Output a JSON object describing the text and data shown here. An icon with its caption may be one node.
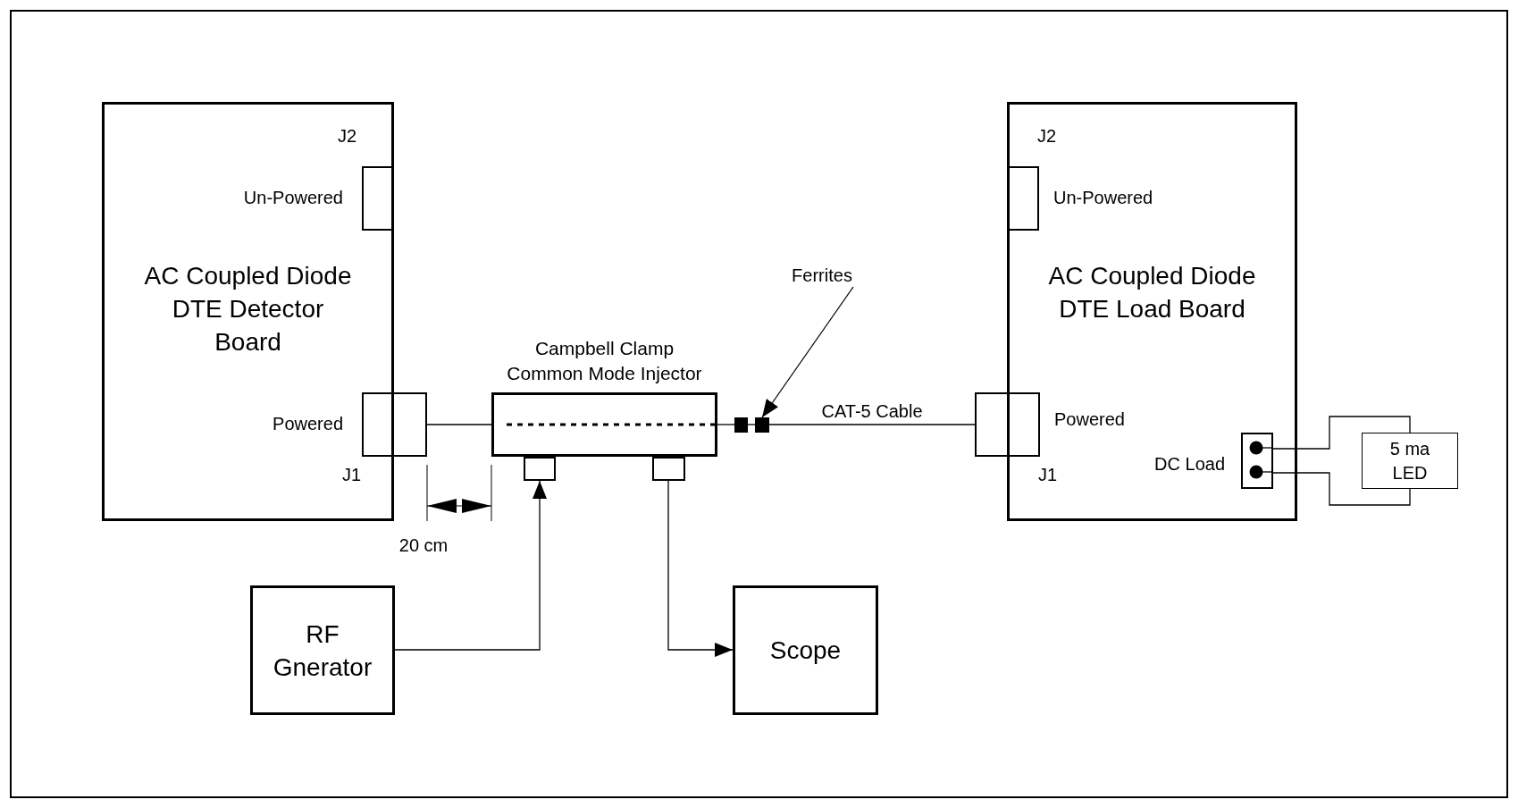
{
  "diagram": {
    "nodes": [
      {
        "text": [
          "AC Coupled Diode DTE Detector Board"
        ]
      },
      {
        "text": [],
        "shape": "box",
        "in": 0
      },
      {
        "text": [],
        "shape": "box"
      },
      {
        "text": [
          "Campbell Clamp Common Mode Injector"
        ]
      },
      {
        "text": [],
        "shape": "box"
      },
      {
        "text": [],
        "shape": "box"
      },
      {
        "text": [],
        "shape": "box"
      },
      {
        "text": [],
        "shape": "box"
      },
      {
        "text": [
          "Ferrites"
        ]
      },
      {
        "text": [
          "AC Coupled Diode DTE Load Board"
        ]
      },
      {
        "text": [],
        "shape": "box",
        "in": 9
      },
      {
        "text": [],
        "shape": "box"
      },
      {
        "text": [],
        "shape": "box",
        "beside": [
          "DC Load"
        ],
        "in": 9
      },
      {
        "text": [
          "5 ma LED"
        ]
      },
      {
        "text": [
          "RF Gnerator"
        ]
      },
      {
        "text": [
          "Scope"
        ]
      }
    ],
    "edges": [
      {
        "from": 2,
        "to": 3,
        "arrow": "none"
      },
      {
        "from": 3,
        "to": 6,
        "arrow": "none"
      },
      {
        "from": 6,
        "to": 7,
        "arrow": "none"
      },
      {
        "from": 7,
        "to": 11,
        "arrow": "none",
        "label": "CAT-5 Cable"
      },
      {
        "from": 8,
        "to": 7,
        "arrow": "to"
      },
      {
        "from": 14,
        "to": 4,
        "arrow": "to"
      },
      {
        "from": 5,
        "to": 15,
        "arrow": "to"
      },
      {
        "from": 12,
        "to": 13,
        "arrow": "none"
      },
      {
        "from": 12,
        "to": 13,
        "arrow": "none"
      }
    ],
    "labels": [
      "J2",
      "Un-Powered",
      "Powered",
      "J1",
      "J2",
      "Un-Powered",
      "Powered",
      "J1",
      "20 cm"
    ]
  }
}
